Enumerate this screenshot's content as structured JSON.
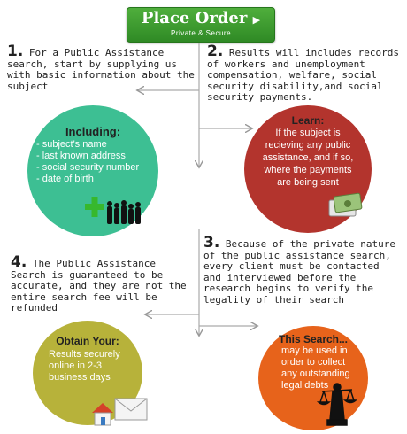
{
  "header": {
    "title": "Place Order",
    "subtitle": "Private & Secure"
  },
  "step1": {
    "num": "1.",
    "text": "For a Public Assistance search, start by supplying us with basic information about the subject"
  },
  "step2": {
    "num": "2.",
    "text": "Results will includes records of workers and unemployment compensation, welfare, social security disability,and social security payments."
  },
  "step3": {
    "num": "3.",
    "text": "Because of the private nature of the public assistance search, every client must be contacted and interviewed before the research begins to verify the legality of their search"
  },
  "step4": {
    "num": "4.",
    "text": "The Public Assistance Search is guaranteed to be accurate, and they are not the entire search fee will be refunded"
  },
  "including": {
    "title": "Including:",
    "items": [
      "- subject's name",
      "- last known address",
      "- social security number",
      "- date of birth"
    ]
  },
  "learn": {
    "title": "Learn:",
    "text": "If the subject is recieving any public assistance, and if so, where the payments are being sent"
  },
  "obtain": {
    "title": "Obtain Your:",
    "text": "Results securely online in 2-3 business days"
  },
  "search": {
    "title": "This Search...",
    "text": "may be used  in order to collect any outstanding legal debts"
  }
}
